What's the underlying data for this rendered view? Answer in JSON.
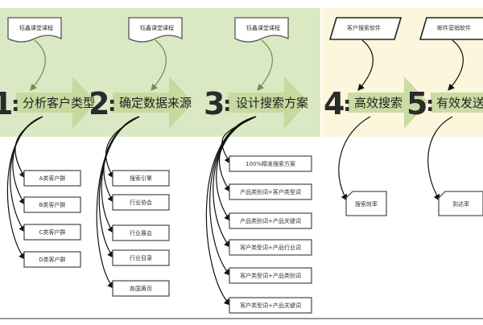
{
  "colors": {
    "green_panel": "#dbe8c4",
    "yellow_panel": "#fbf6dc",
    "arrow": "#c2d699"
  },
  "steps": [
    {
      "num": "1",
      "label": "分析客户类型",
      "source": "钰鑫课堂课程",
      "source_shape": "document",
      "items": [
        "A类客户群",
        "B类客户群",
        "C类客户群",
        "D类客户群"
      ]
    },
    {
      "num": "2",
      "label": "确定数据来源",
      "source": "钰鑫课堂课程",
      "source_shape": "document",
      "items": [
        "搜索引擎",
        "行业协会",
        "行业展会",
        "行业目录",
        "各国黄页"
      ]
    },
    {
      "num": "3",
      "label": "设计搜索方案",
      "source": "钰鑫课堂课程",
      "source_shape": "document",
      "items": [
        "100%精准搜索方案",
        "产品类别词+客户类型词",
        "产品类别词+产品关键词",
        "客户类型词+产品行业词",
        "客户类型词+产品类别词",
        "客户类型词+产品关键词"
      ]
    },
    {
      "num": "4",
      "label": "高效搜索",
      "source": "客户搜索软件",
      "source_shape": "parallelogram",
      "items": [
        "搜索效率"
      ]
    },
    {
      "num": "5",
      "label": "有效发送",
      "source": "邮件营销软件",
      "source_shape": "parallelogram",
      "items": [
        "到达率"
      ]
    }
  ]
}
